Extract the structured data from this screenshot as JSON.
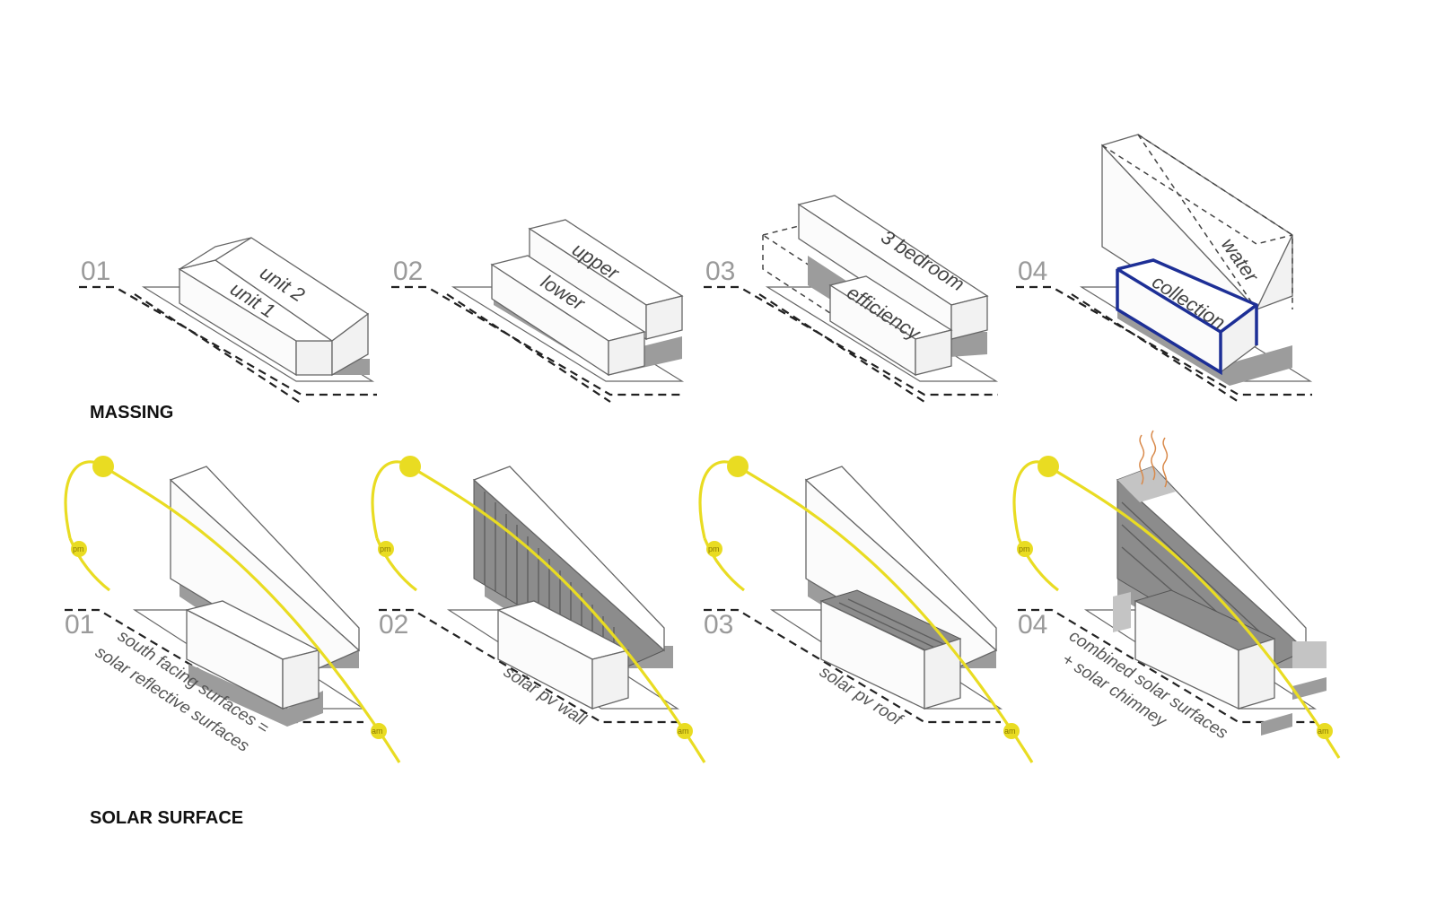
{
  "sections": {
    "massing": {
      "title": "MASSING",
      "steps": [
        {
          "num": "01",
          "labels": [
            "unit 2",
            "unit 1"
          ]
        },
        {
          "num": "02",
          "labels": [
            "upper",
            "lower"
          ]
        },
        {
          "num": "03",
          "labels": [
            "3 bedroom",
            "efficiency"
          ]
        },
        {
          "num": "04",
          "labels": [
            "water",
            "collection"
          ]
        }
      ]
    },
    "solar": {
      "title": "SOLAR SURFACE",
      "steps": [
        {
          "num": "01",
          "caption_line1": "south facing surfaces =",
          "caption_line2": "solar reflective surfaces"
        },
        {
          "num": "02",
          "caption_line1": "solar pv wall"
        },
        {
          "num": "03",
          "caption_line1": "solar pv roof"
        },
        {
          "num": "04",
          "caption_line1": "combined solar surfaces",
          "caption_line2": "+ solar chimney"
        }
      ],
      "sun_labels": {
        "pm": "pm",
        "am": "am"
      }
    }
  },
  "colors": {
    "sun": "#e9dc22",
    "collection_outline": "#1d2f96",
    "heat": "#d98a4b"
  }
}
